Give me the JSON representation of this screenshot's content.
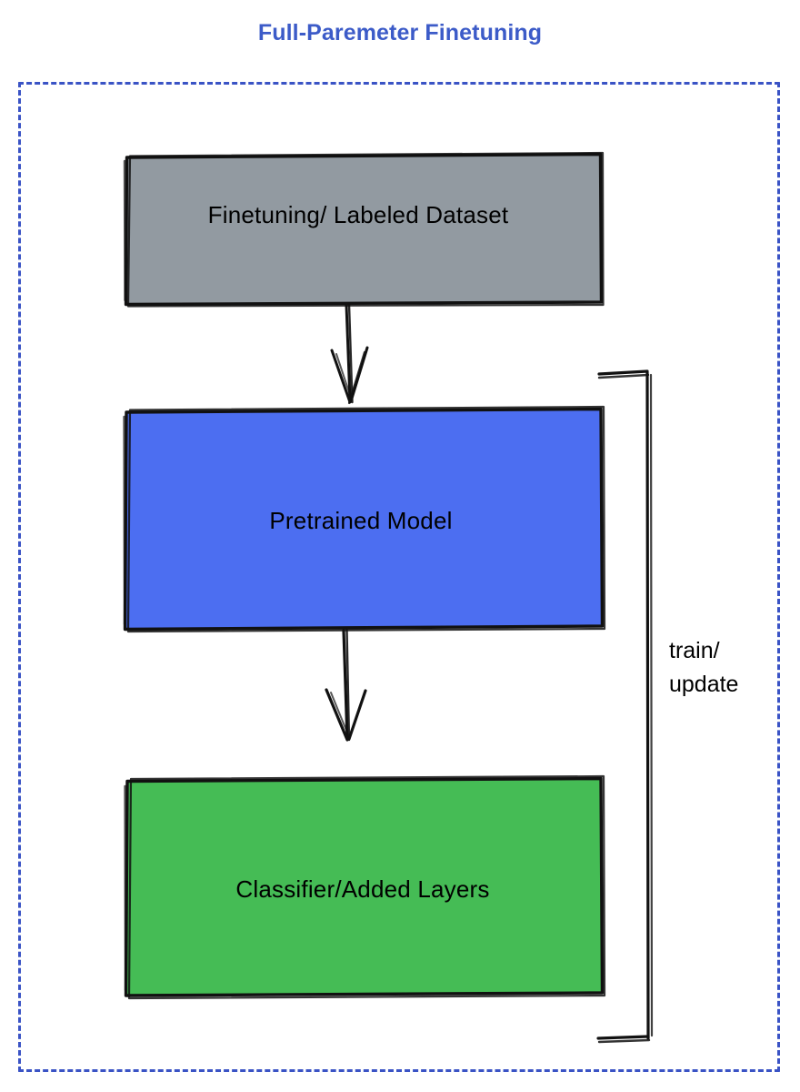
{
  "title": "Full-Paremeter Finetuning",
  "colors": {
    "title": "#3c5bc8",
    "frame_border": "#3a53c5",
    "dataset_fill": "#929aa1",
    "model_fill": "#4c6ef1",
    "classifier_fill": "#45bc55",
    "stroke": "#111111",
    "label_text": "#000000",
    "background": "#ffffff"
  },
  "nodes": [
    {
      "id": "dataset",
      "label": "Finetuning/ Labeled Dataset",
      "fill": "#929aa1",
      "shape": "rectangle"
    },
    {
      "id": "model",
      "label": "Pretrained Model",
      "fill": "#4c6ef1",
      "shape": "rectangle"
    },
    {
      "id": "classifier",
      "label": "Classifier/Added Layers",
      "fill": "#45bc55",
      "shape": "rectangle"
    }
  ],
  "edges": [
    {
      "id": "dataset-to-model",
      "from": "dataset",
      "to": "model",
      "label": "",
      "style": "arrow-down"
    },
    {
      "id": "model-to-classifier",
      "from": "model",
      "to": "classifier",
      "label": "",
      "style": "arrow-down"
    },
    {
      "id": "feedback-loop",
      "from": "classifier",
      "to": "model",
      "label_line1": "train/",
      "label_line2": "update",
      "style": "bracket-right"
    }
  ],
  "edge_label_feedback": "train/\nupdate",
  "frame": {
    "style": "dashed",
    "name": "full-parameter-finetuning-group"
  }
}
